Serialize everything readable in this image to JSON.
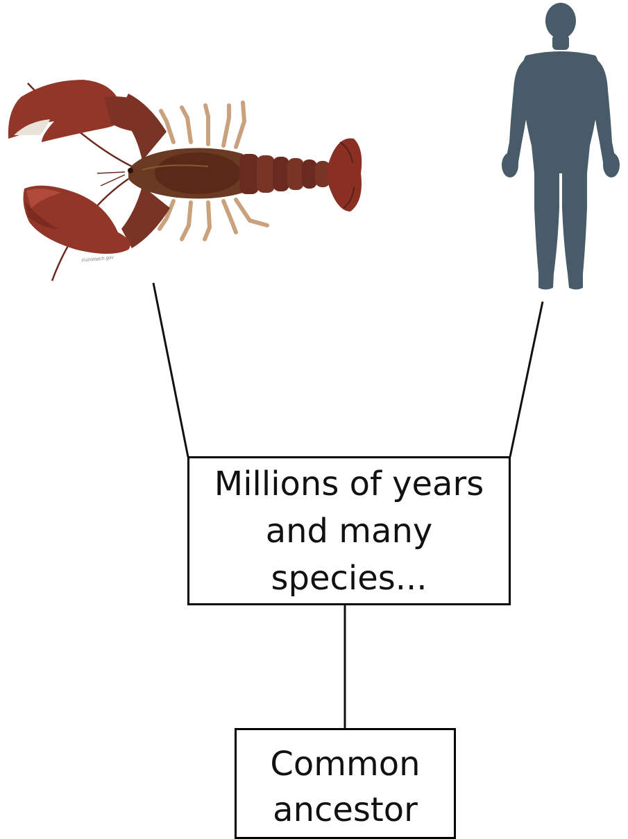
{
  "lobster": {
    "watermark": "FishWatch.gov",
    "colors": {
      "shell": "#7a3426",
      "shell_dark": "#4b1e16",
      "claw": "#93362a",
      "legs": "#c9a27d",
      "tail": "#6b2a20"
    }
  },
  "human": {
    "color": "#485b69"
  },
  "boxes": {
    "millions": {
      "lines": [
        "Millions of years",
        "and many",
        "species..."
      ]
    },
    "ancestor": {
      "lines": [
        "Common",
        "ancestor"
      ]
    }
  }
}
